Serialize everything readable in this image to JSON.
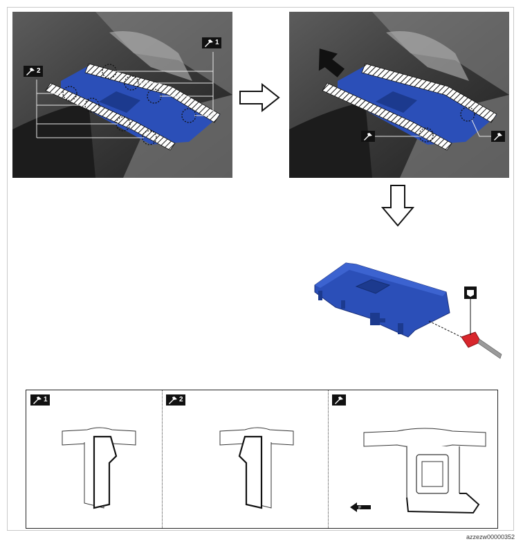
{
  "callouts": {
    "clip_1": "1",
    "clip_2": "2"
  },
  "figure_id": "azzezw00000352",
  "colors": {
    "trim_blue": "#2b4fb8",
    "clip_red": "#d8262c",
    "badge_black": "#111111"
  },
  "icons": {
    "clip_tool": "clip-release-icon",
    "tape": "protective-tape-icon",
    "direction": "forward-arrow-icon"
  }
}
